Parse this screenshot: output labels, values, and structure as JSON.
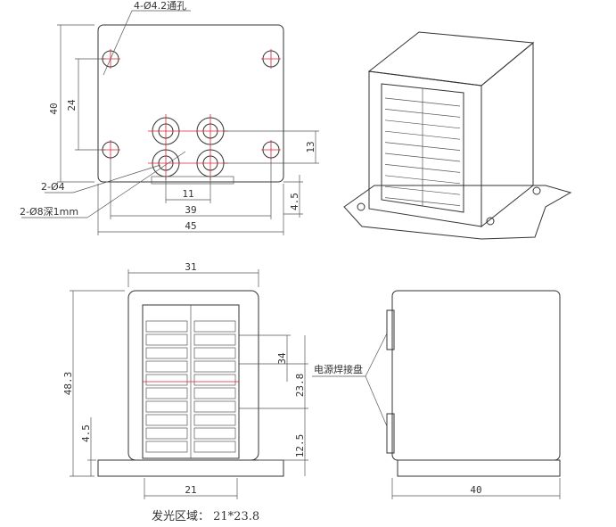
{
  "top_view": {
    "hole_note": "4-Ø4.2通孔",
    "small_hole_note": "2-Ø4",
    "large_hole_note": "2-Ø8深1mm",
    "dim_height": "40",
    "dim_hole_pitch_v": "24",
    "dim_pair_v": "13",
    "dim_bottom_offset": "4.5",
    "dim_pair_h": "11",
    "dim_hole_pitch_h": "39",
    "dim_width": "45"
  },
  "front_view": {
    "dim_top_width": "31",
    "dim_height": "48.3",
    "dim_upper": "34",
    "dim_window": "23.8",
    "dim_lower": "12.5",
    "dim_flange": "4.5",
    "dim_bottom_width": "21"
  },
  "side_view": {
    "pad_label": "电源焊接盘",
    "dim_depth": "40"
  },
  "caption": "发光区域： 21*23.8"
}
